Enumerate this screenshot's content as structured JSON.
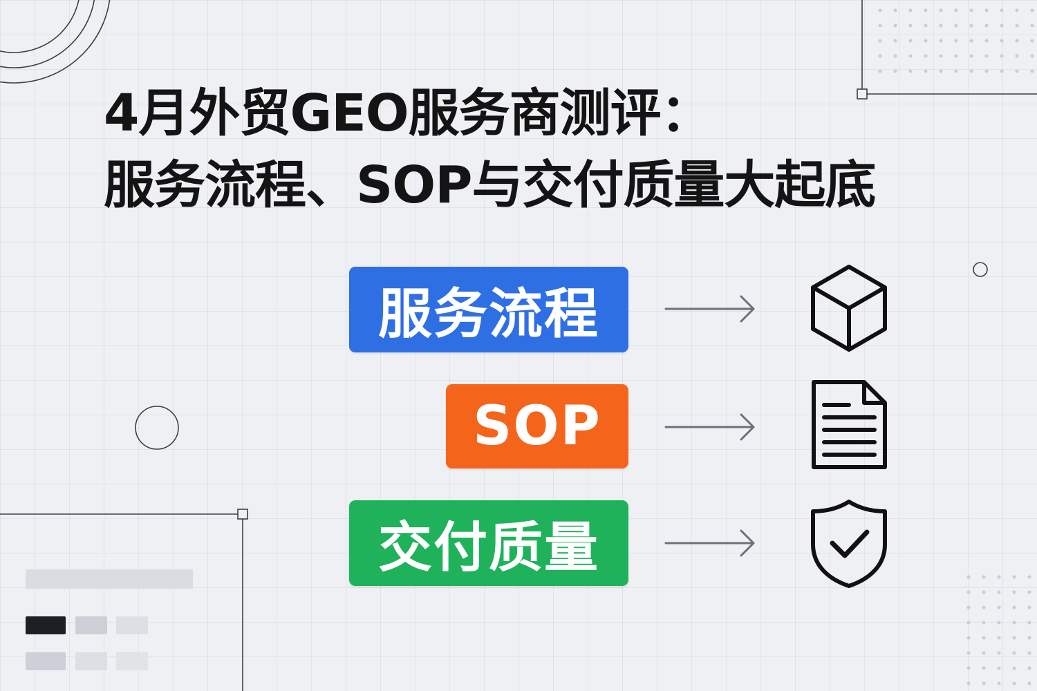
{
  "title": {
    "line1": "4月外贸GEO服务商测评：",
    "line2": "服务流程、SOP与交付质量大起底"
  },
  "rows": [
    {
      "label": "服务流程",
      "color": "#2f6fe4",
      "icon": "cube-icon"
    },
    {
      "label": "SOP",
      "color": "#f4651b",
      "icon": "document-icon"
    },
    {
      "label": "交付质量",
      "color": "#1fb25a",
      "icon": "shield-check-icon"
    }
  ]
}
